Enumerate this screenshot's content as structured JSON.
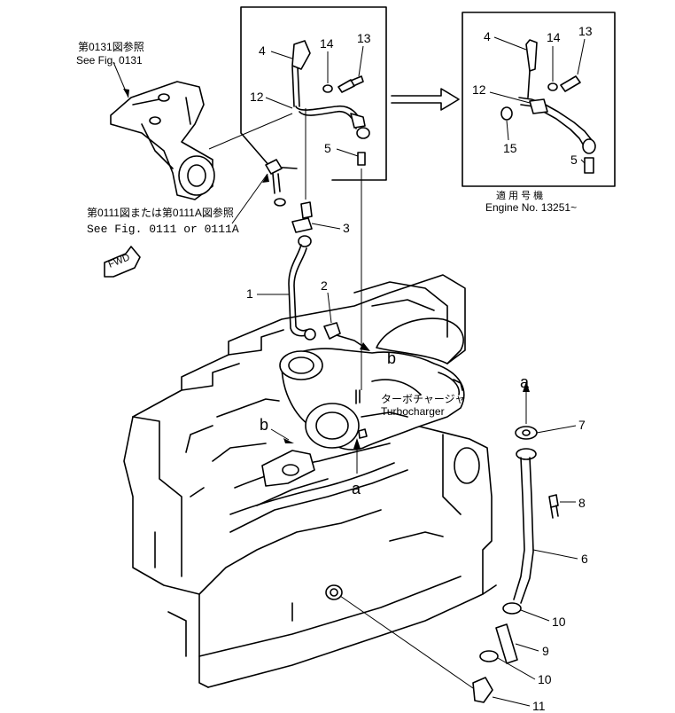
{
  "references": {
    "fig0131_jp": "第0131図参照",
    "fig0131_en": "See Fig. 0131",
    "fig0111_jp": "第0111図または第0111A図参照",
    "fig0111_en": "See  Fig.  0111  or  0111A"
  },
  "fwd_label": "FWD",
  "turbocharger": {
    "jp": "ターボチャージャ",
    "en": "Turbocharger"
  },
  "inset": {
    "applicable_jp": "適 用 号 機",
    "engine_no": "Engine No. 13251~"
  },
  "callouts": [
    {
      "id": "c1",
      "text": "1"
    },
    {
      "id": "c2",
      "text": "2"
    },
    {
      "id": "c3",
      "text": "3"
    },
    {
      "id": "c4",
      "text": "4"
    },
    {
      "id": "c5",
      "text": "5"
    },
    {
      "id": "c6",
      "text": "6"
    },
    {
      "id": "c7",
      "text": "7"
    },
    {
      "id": "c8",
      "text": "8"
    },
    {
      "id": "c9",
      "text": "9"
    },
    {
      "id": "c10",
      "text": "10"
    },
    {
      "id": "c11",
      "text": "11"
    },
    {
      "id": "c12",
      "text": "12"
    },
    {
      "id": "c13",
      "text": "13"
    },
    {
      "id": "c14",
      "text": "14"
    }
  ],
  "inset_callouts": [
    {
      "id": "i4",
      "text": "4"
    },
    {
      "id": "i14",
      "text": "14"
    },
    {
      "id": "i13",
      "text": "13"
    },
    {
      "id": "i12",
      "text": "12"
    },
    {
      "id": "i15",
      "text": "15"
    },
    {
      "id": "i5",
      "text": "5"
    }
  ],
  "markers": {
    "a": "a",
    "b": "b"
  }
}
